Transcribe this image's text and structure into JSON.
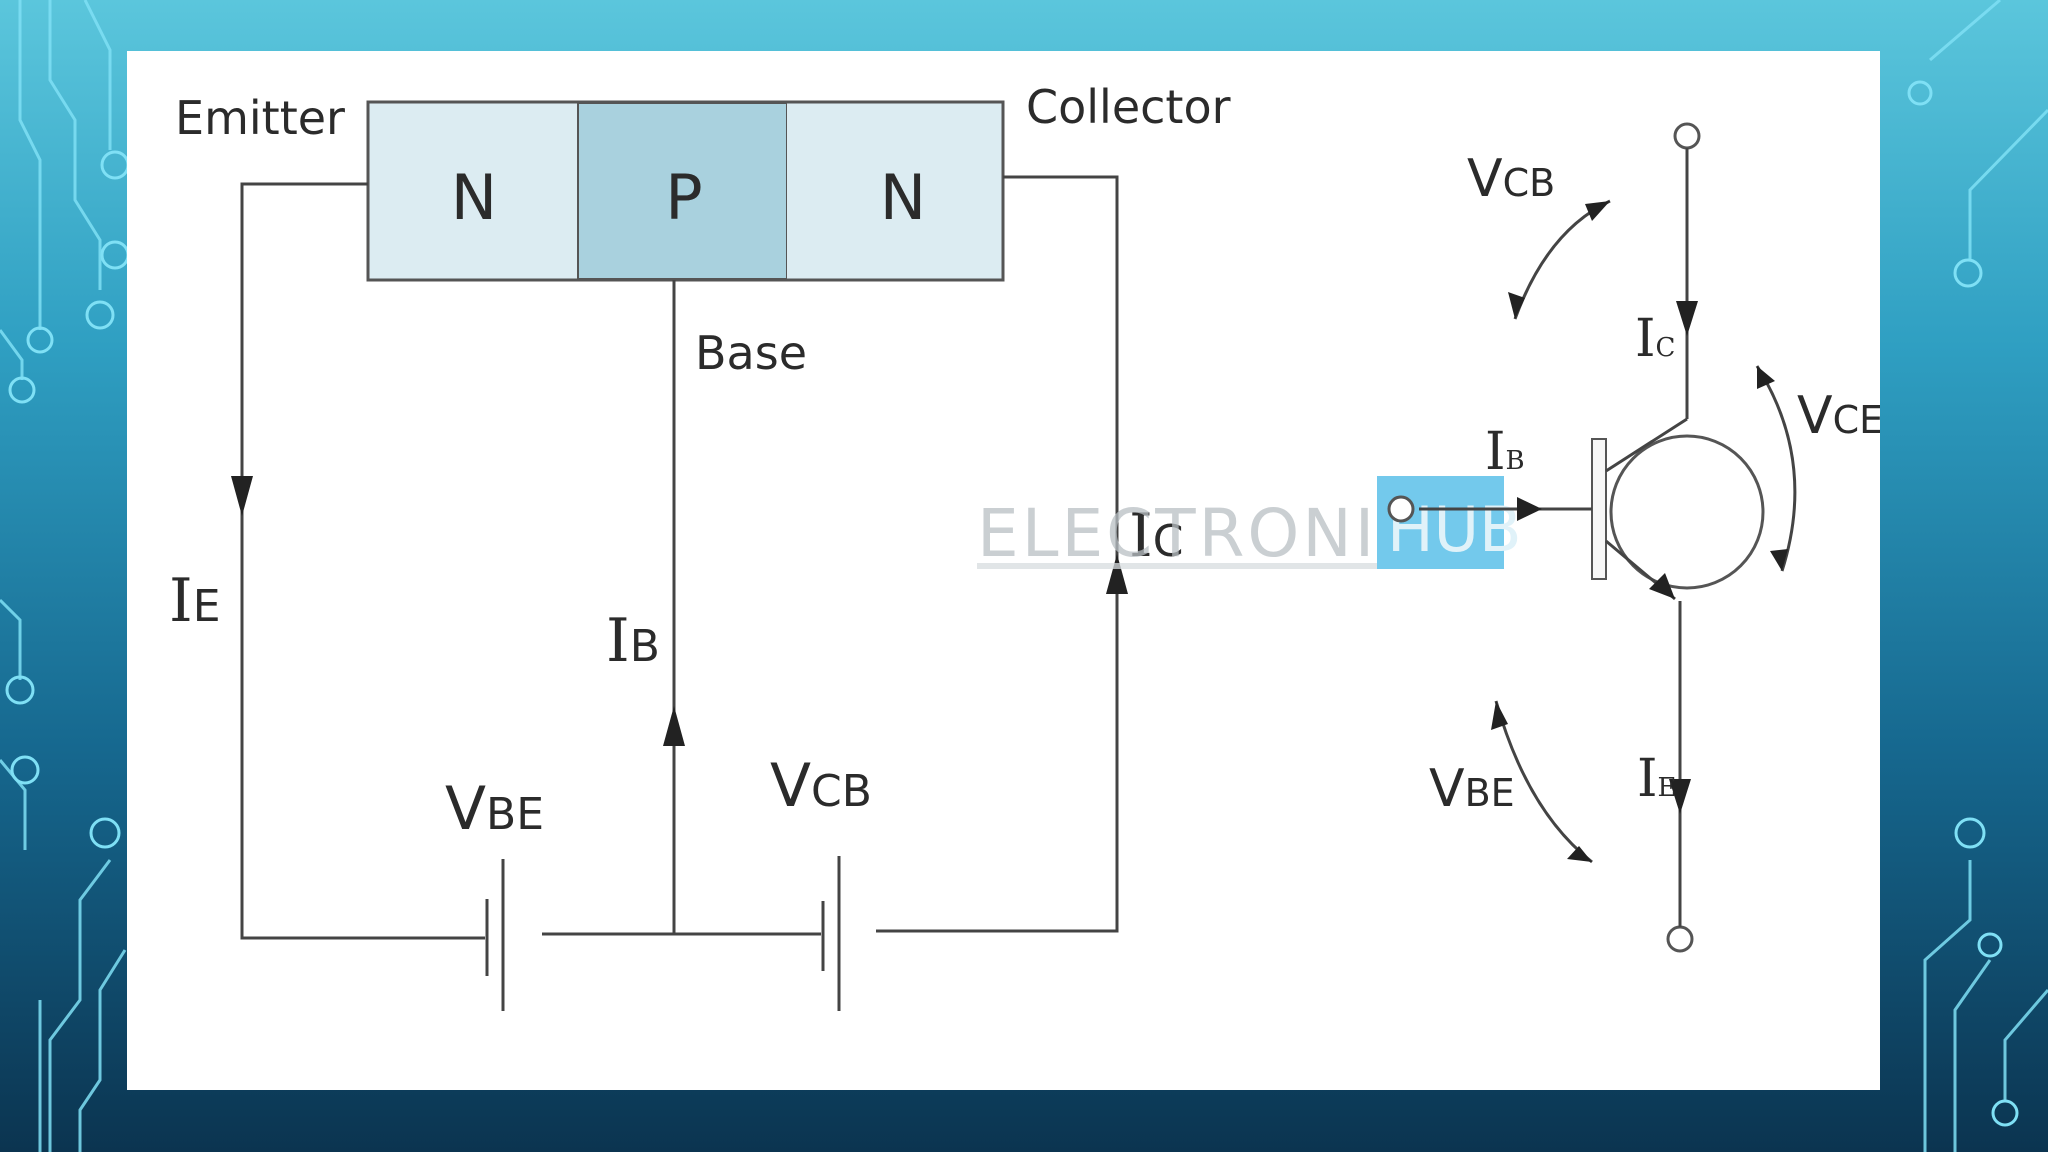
{
  "diagram": {
    "npn_bar": {
      "left_region": "N",
      "middle_region": "P",
      "right_region": "N"
    },
    "terminals": {
      "emitter": "Emitter",
      "collector": "Collector",
      "base": "Base"
    },
    "circuit_labels": {
      "ie_main": "I",
      "ie_sub": "E",
      "ib_main": "I",
      "ib_sub": "B",
      "ic_main": "I",
      "ic_sub": "C",
      "vbe_main": "V",
      "vbe_sub": "BE",
      "vcb_main": "V",
      "vcb_sub": "CB"
    },
    "symbol_labels": {
      "vcb_main": "V",
      "vcb_sub": "CB",
      "vce_main": "V",
      "vce_sub": "CE",
      "vbe_main": "V",
      "vbe_sub": "BE",
      "ic_main": "I",
      "ic_sub": "C",
      "ib_main": "I",
      "ib_sub": "B",
      "ie_main": "I",
      "ie_sub": "E"
    },
    "watermark": {
      "text": "ELECTRONICS",
      "badge": "HUB"
    }
  },
  "colors": {
    "bar_light": "#dcecf2",
    "bar_mid": "#a9d1de",
    "line": "#444444",
    "watermark_badge": "#45b7e6"
  }
}
